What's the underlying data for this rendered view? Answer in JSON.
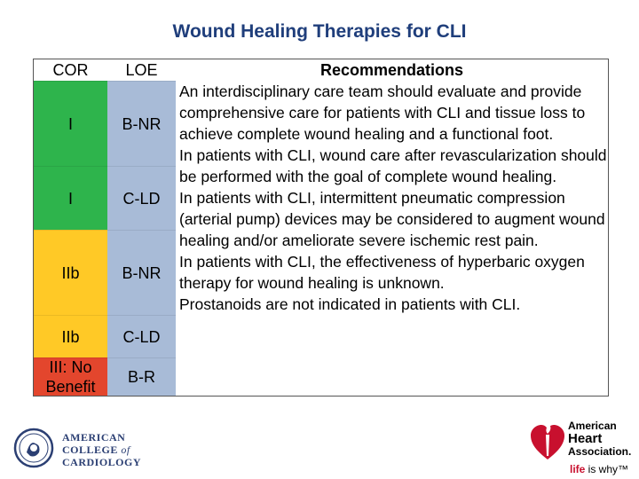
{
  "title": "Wound Healing Therapies for CLI",
  "table": {
    "headers": {
      "cor": "COR",
      "loe": "LOE",
      "rec": "Recommendations"
    },
    "rows": [
      {
        "cor": "I",
        "loe": "B-NR",
        "cor_color": "#2eb44c",
        "rec": "An interdisciplinary care team should evaluate and provide comprehensive care for patients with CLI and tissue loss to achieve complete wound healing and a functional foot."
      },
      {
        "cor": "I",
        "loe": "C-LD",
        "cor_color": "#2eb44c",
        "rec": "In patients with CLI, wound care after revascularization should be performed with the goal of complete wound healing."
      },
      {
        "cor": "IIb",
        "loe": "B-NR",
        "cor_color": "#ffc926",
        "rec": "In patients with CLI, intermittent pneumatic compression (arterial pump) devices may be considered to augment wound healing and/or ameliorate severe ischemic rest pain."
      },
      {
        "cor": "IIb",
        "loe": "C-LD",
        "cor_color": "#ffc926",
        "rec": "In patients with CLI, the effectiveness of hyperbaric oxygen therapy for wound healing is unknown."
      },
      {
        "cor": "III: No Benefit",
        "loe": "B-R",
        "cor_color": "#e3462d",
        "rec": "Prostanoids are not indicated in patients with CLI."
      }
    ]
  },
  "logos": {
    "acc": {
      "line1": "AMERICAN",
      "line2a": "COLLEGE ",
      "line2b": "of",
      "line3": "CARDIOLOGY"
    },
    "aha": {
      "line1": "American",
      "line2": "Heart",
      "line3": "Association.",
      "tag_life": "life",
      "tag_rest": " is why™"
    }
  },
  "colors": {
    "title": "#1f3e7b",
    "loe_bg": "#a8bbd7",
    "green": "#2eb44c",
    "yellow": "#ffc926",
    "red": "#e3462d"
  }
}
